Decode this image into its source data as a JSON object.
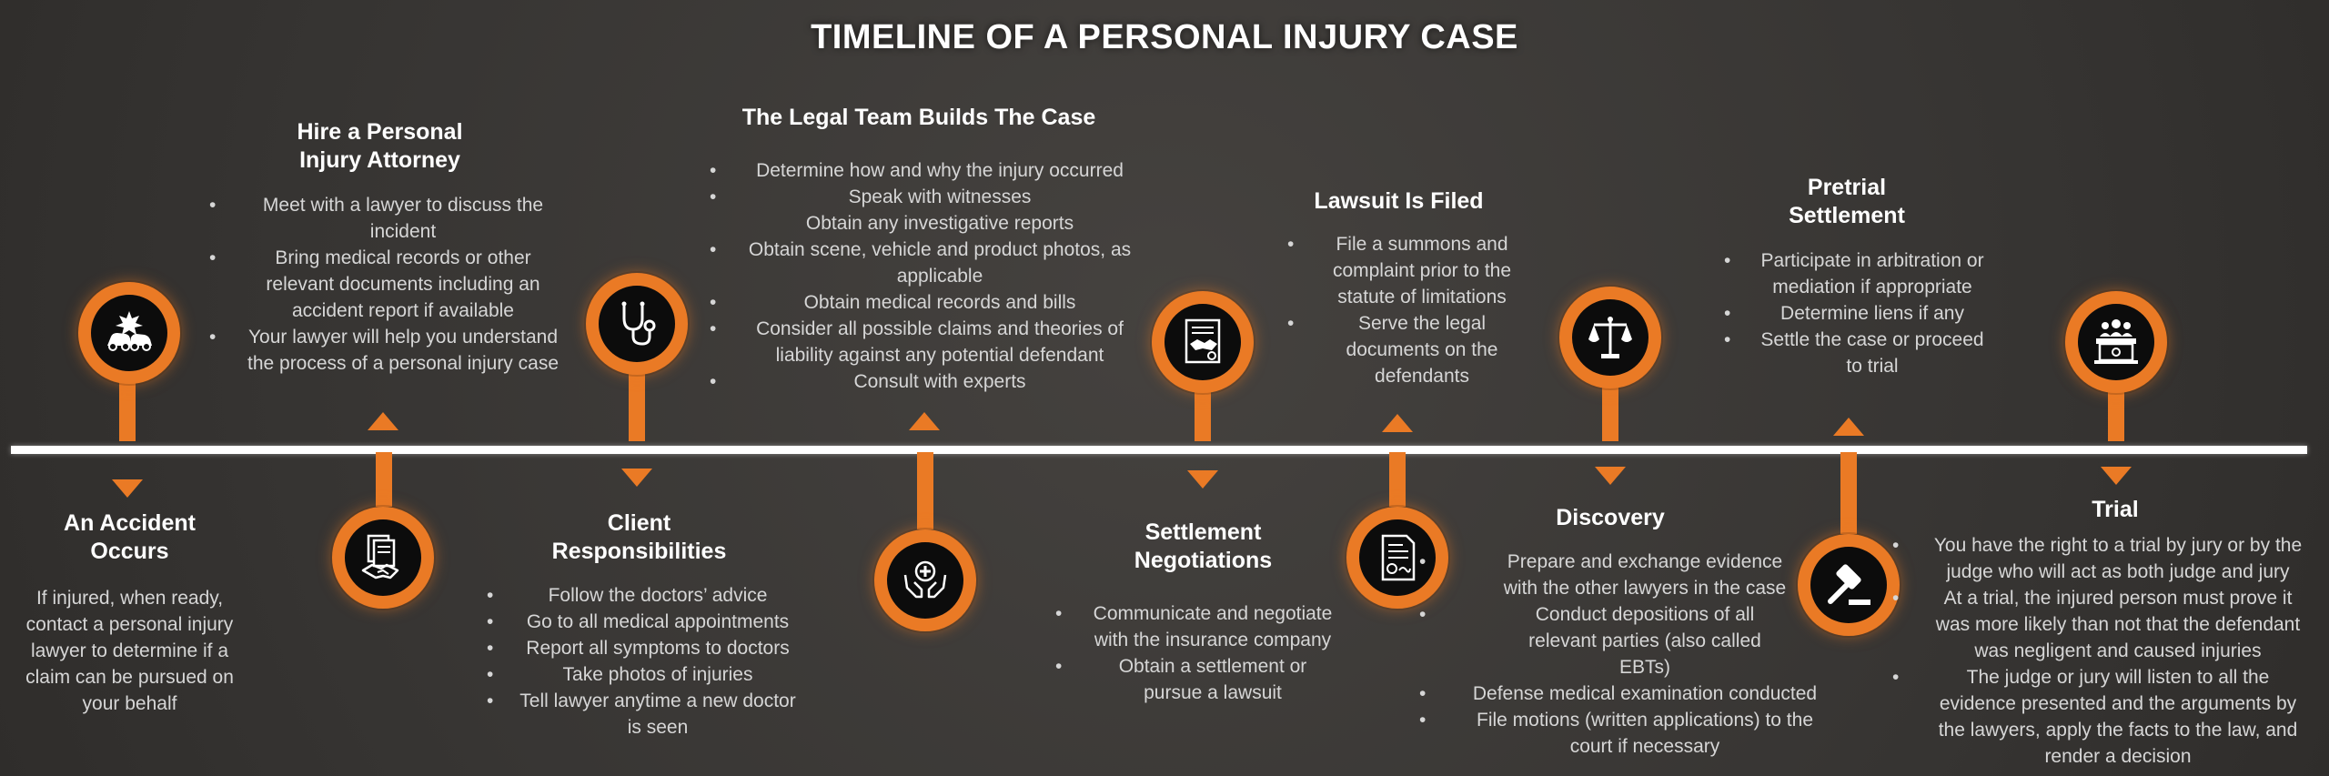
{
  "title": "TIMELINE OF A PERSONAL INJURY CASE",
  "colors": {
    "accent": "#ea7a25",
    "background": "#3d3b39",
    "line": "#ffffff",
    "node_fill": "#0c0c0c"
  },
  "steps": [
    {
      "icon": "car-crash-icon",
      "heading": "An Accident Occurs",
      "heading_lines": [
        "An Accident",
        "Occurs"
      ],
      "paragraph_lines": [
        "If injured, when ready,",
        "contact a personal injury",
        "lawyer to determine if a",
        "claim can be pursued on",
        "your behalf"
      ]
    },
    {
      "icon": "handshake-documents-icon",
      "heading_lines": [
        "Hire a Personal",
        "Injury Attorney"
      ],
      "bullet_lines": [
        {
          "text": "Meet with a lawyer to discuss the",
          "bullet": true
        },
        {
          "text": "incident",
          "bullet": false
        },
        {
          "text": "Bring medical records or other",
          "bullet": true
        },
        {
          "text": "relevant documents including an",
          "bullet": false
        },
        {
          "text": "accident report if available",
          "bullet": false
        },
        {
          "text": "Your lawyer will help you understand",
          "bullet": true
        },
        {
          "text": "the process of a personal injury case",
          "bullet": false
        }
      ]
    },
    {
      "icon": "stethoscope-icon",
      "heading_lines": [
        "Client",
        "Responsibilities"
      ],
      "bullet_lines": [
        {
          "text": "Follow the doctors’ advice",
          "bullet": true
        },
        {
          "text": "Go to all medical appointments",
          "bullet": true
        },
        {
          "text": "Report all symptoms to doctors",
          "bullet": true
        },
        {
          "text": "Take photos of injuries",
          "bullet": true
        },
        {
          "text": "Tell lawyer anytime a new doctor",
          "bullet": true
        },
        {
          "text": "is seen",
          "bullet": false
        }
      ]
    },
    {
      "icon": "hands-medical-icon",
      "heading_lines": [
        "The Legal Team Builds The Case"
      ],
      "bullet_lines": [
        {
          "text": "Determine how and why the injury occurred",
          "bullet": true
        },
        {
          "text": "Speak with witnesses",
          "bullet": true
        },
        {
          "text": "Obtain any investigative reports",
          "bullet": false
        },
        {
          "text": "Obtain scene, vehicle and product photos, as",
          "bullet": true
        },
        {
          "text": "applicable",
          "bullet": false
        },
        {
          "text": "Obtain medical records and bills",
          "bullet": true
        },
        {
          "text": "Consider all possible claims and theories of",
          "bullet": true
        },
        {
          "text": "liability against any potential defendant",
          "bullet": false
        },
        {
          "text": "Consult with experts",
          "bullet": true
        }
      ]
    },
    {
      "icon": "contract-handshake-icon",
      "heading_lines": [
        "Settlement",
        "Negotiations"
      ],
      "bullet_lines": [
        {
          "text": "Communicate and negotiate",
          "bullet": true
        },
        {
          "text": "with the insurance company",
          "bullet": false
        },
        {
          "text": "Obtain a settlement or",
          "bullet": true
        },
        {
          "text": "pursue a lawsuit",
          "bullet": false
        }
      ]
    },
    {
      "icon": "legal-document-icon",
      "heading_lines": [
        "Lawsuit Is Filed"
      ],
      "bullet_lines": [
        {
          "text": "File a summons and",
          "bullet": true
        },
        {
          "text": "complaint prior to the",
          "bullet": false
        },
        {
          "text": "statute of limitations",
          "bullet": false
        },
        {
          "text": "Serve the legal",
          "bullet": true
        },
        {
          "text": "documents on the",
          "bullet": false
        },
        {
          "text": "defendants",
          "bullet": false
        }
      ]
    },
    {
      "icon": "scales-of-justice-icon",
      "heading_lines": [
        "Discovery"
      ],
      "bullet_lines": [
        {
          "text": "Prepare and exchange evidence",
          "bullet": true
        },
        {
          "text": "with the other lawyers in the case",
          "bullet": false
        },
        {
          "text": "Conduct depositions of all",
          "bullet": true
        },
        {
          "text": "relevant parties (also called",
          "bullet": false
        },
        {
          "text": "EBTs)",
          "bullet": false
        },
        {
          "text": "Defense medical examination conducted",
          "bullet": true
        },
        {
          "text": "File motions (written applications) to the",
          "bullet": true
        },
        {
          "text": "court if necessary",
          "bullet": false
        }
      ]
    },
    {
      "icon": "gavel-icon",
      "heading_lines": [
        "Pretrial",
        "Settlement"
      ],
      "bullet_lines": [
        {
          "text": "Participate in arbitration or",
          "bullet": true
        },
        {
          "text": "mediation if appropriate",
          "bullet": false
        },
        {
          "text": "Determine liens if any",
          "bullet": true
        },
        {
          "text": "Settle the case or proceed",
          "bullet": true
        },
        {
          "text": "to trial",
          "bullet": false
        }
      ]
    },
    {
      "icon": "courtroom-judge-icon",
      "heading_lines": [
        "Trial"
      ],
      "bullet_lines": [
        {
          "text": "You have the right to a trial by jury or by the",
          "bullet": true
        },
        {
          "text": "judge who will act as both judge and jury",
          "bullet": false
        },
        {
          "text": "At a trial, the injured person must prove it",
          "bullet": true
        },
        {
          "text": "was more likely than not that the defendant",
          "bullet": false
        },
        {
          "text": "was negligent and caused injuries",
          "bullet": false
        },
        {
          "text": "The judge or jury will listen to all the",
          "bullet": true
        },
        {
          "text": "evidence presented and the arguments by",
          "bullet": false
        },
        {
          "text": "the lawyers, apply the facts to the law, and",
          "bullet": false
        },
        {
          "text": "render a decision",
          "bullet": false
        }
      ]
    }
  ]
}
